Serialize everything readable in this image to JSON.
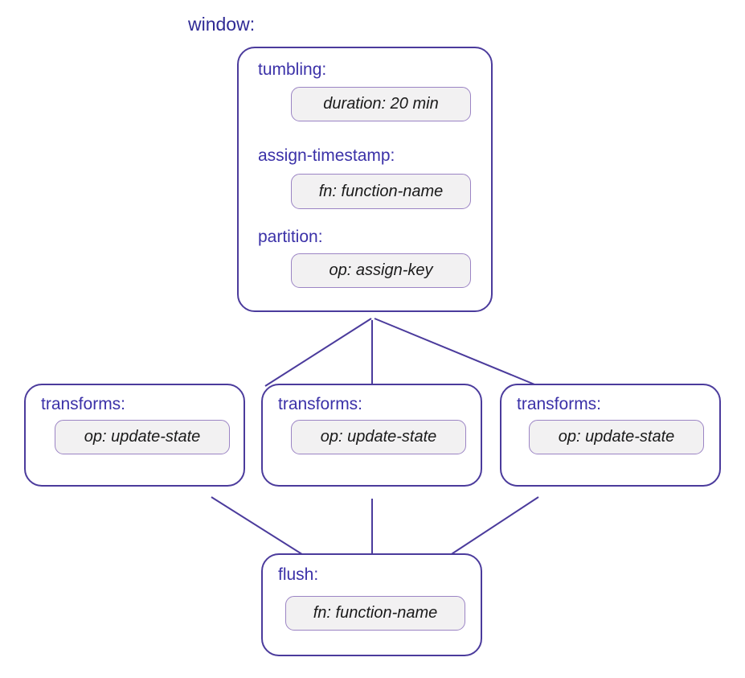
{
  "diagram": {
    "root_label": "window:",
    "accent_border": "#4b3b9c",
    "label_color": "#3b31a8",
    "field_fill": "#f2f1f2",
    "field_border": "#9b84c4",
    "inner_connector_color": "#3b3b3b",
    "edge_color": "#4b3b9c"
  },
  "window_node": {
    "sections": [
      {
        "label": "tumbling:",
        "field": "duration: 20 min"
      },
      {
        "label": "assign-timestamp:",
        "field": "fn: function-name"
      },
      {
        "label": "partition:",
        "field": "op: assign-key"
      }
    ]
  },
  "transforms_nodes": [
    {
      "label": "transforms:",
      "field": "op: update-state"
    },
    {
      "label": "transforms:",
      "field": "op: update-state"
    },
    {
      "label": "transforms:",
      "field": "op: update-state"
    }
  ],
  "flush_node": {
    "label": "flush:",
    "field": "fn: function-name"
  }
}
